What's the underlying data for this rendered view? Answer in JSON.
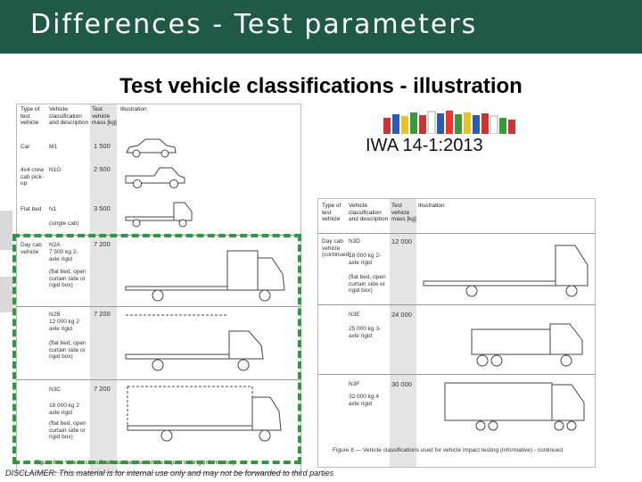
{
  "header": {
    "title": "Differences - Test parameters"
  },
  "subtitle": "Test vehicle classifications - illustration",
  "badge": "IWA 14-1:2013",
  "table_left": {
    "headers": [
      "Type of test vehicle",
      "Vehicle classification and description",
      "Test vehicle mass [kg]",
      "Illustration"
    ],
    "rows": [
      {
        "type": "Car",
        "class": "M1",
        "mass": "1 500"
      },
      {
        "type": "4x4 crew cab pick-up",
        "class": "N1G",
        "mass": "2 500"
      },
      {
        "type": "Flat bed",
        "class": "N1",
        "note": "(single cab)",
        "mass": "3 500"
      },
      {
        "type": "Day cab vehicle",
        "class": "N2A",
        "desc": "7 500 kg 2-axle rigid",
        "note": "(flat bed, open curtain side or rigid box)",
        "mass": "7 200"
      },
      {
        "type": "",
        "class": "N2B",
        "desc": "12 000 kg 2 axle rigid",
        "note": "(flat bed, open curtain side or rigid box)",
        "mass": "7 200"
      },
      {
        "type": "",
        "class": "N3C",
        "desc": "18 000 kg 2 axle rigid",
        "note": "(flat bed, open curtain side or rigid box)",
        "mass": "7 200"
      }
    ],
    "caption": "Figure 8 — Vehicle classifications used for vehicle impact testing (informative)"
  },
  "table_right": {
    "headers": [
      "Type of test vehicle",
      "Vehicle classification and description",
      "Test vehicle mass [kg]",
      "Illustration"
    ],
    "rows": [
      {
        "type": "Day cab vehicle (continued)",
        "class": "N3D",
        "desc": "18 000 kg 2-axle rigid",
        "note": "(flat bed, open curtain side or rigid box)",
        "mass": "12 000"
      },
      {
        "type": "",
        "class": "N3E",
        "desc": "25 000 kg 3-axle rigid",
        "mass": "24 000"
      },
      {
        "type": "",
        "class": "N3F",
        "desc": "32 000 kg 4 axle rigid",
        "mass": "30 000"
      }
    ],
    "caption": "Figure 8 — Vehicle classifications used for vehicle impact testing (informative) - continued"
  },
  "disclaimer": "DISCLAIMER: This material is for internal use only and may not be forwarded to third parties",
  "colors": {
    "banner": "#1e5a45",
    "dashed_frame": "#2f9a3b"
  }
}
